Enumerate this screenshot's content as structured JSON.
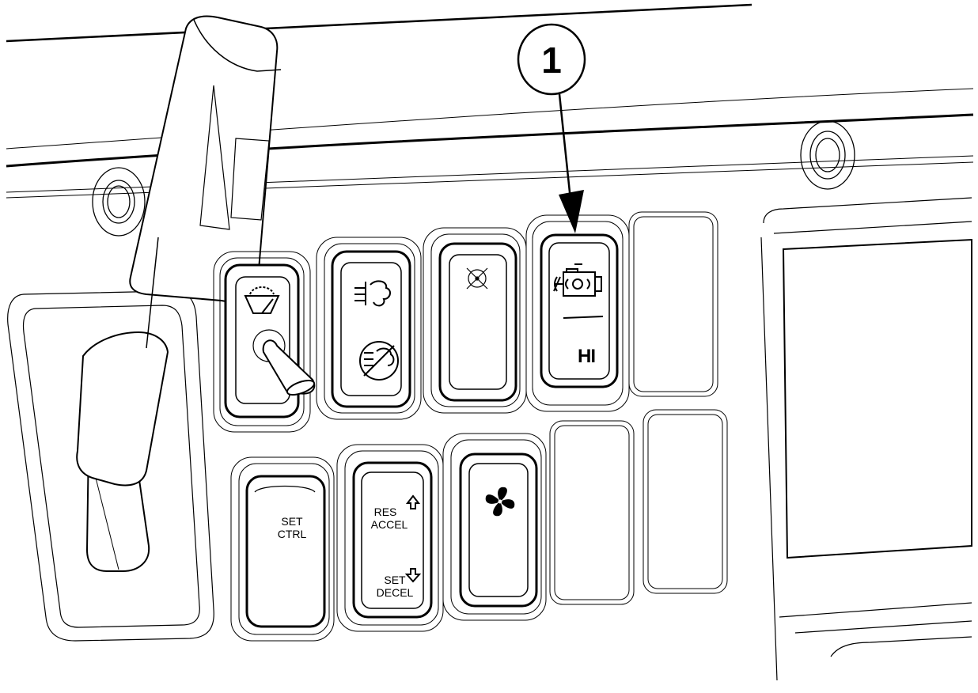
{
  "callout": {
    "number": "1"
  },
  "switches": {
    "wiper": {
      "icon": "windshield-wiper-icon"
    },
    "exhaust_brake": {
      "icons": [
        "exhaust-icon",
        "exhaust-off-icon"
      ]
    },
    "blank_center": {
      "icon": "target-icon"
    },
    "engine_fan": {
      "icon": "engine-icon",
      "label": "HI"
    },
    "set_ctrl": {
      "line1": "SET",
      "line2": "CTRL"
    },
    "res_set": {
      "res_line1": "RES",
      "res_line2": "ACCEL",
      "set_line1": "SET",
      "set_line2": "DECEL"
    },
    "fan": {
      "icon": "fan-icon"
    }
  },
  "colors": {
    "line": "#000000",
    "background": "#ffffff",
    "panel_line": "#555555"
  }
}
